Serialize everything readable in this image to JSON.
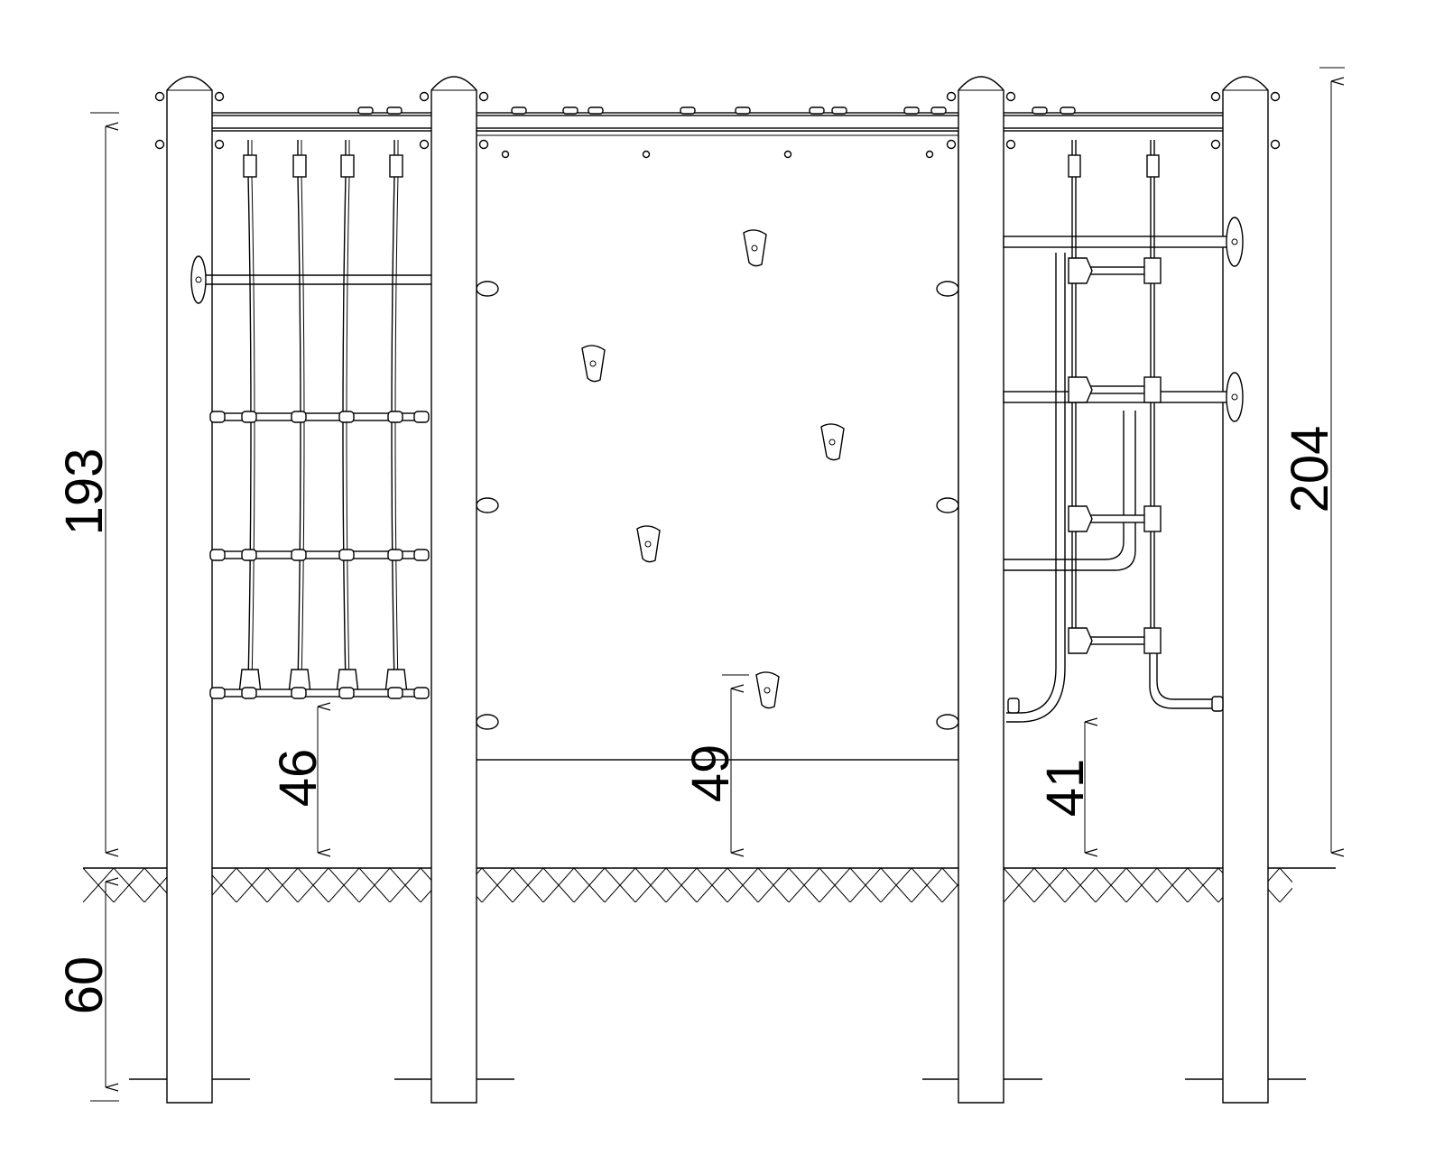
{
  "drawing": {
    "title": "Climbing frame elevation",
    "dimensions": {
      "total_height_above_ground": "193",
      "post_depth_below_ground": "60",
      "net_bottom_height": "46",
      "wall_bottom_height": "49",
      "ladder_bottom_height": "41",
      "overall_height": "204"
    },
    "colors": {
      "line": "#000000",
      "background": "#ffffff"
    }
  }
}
